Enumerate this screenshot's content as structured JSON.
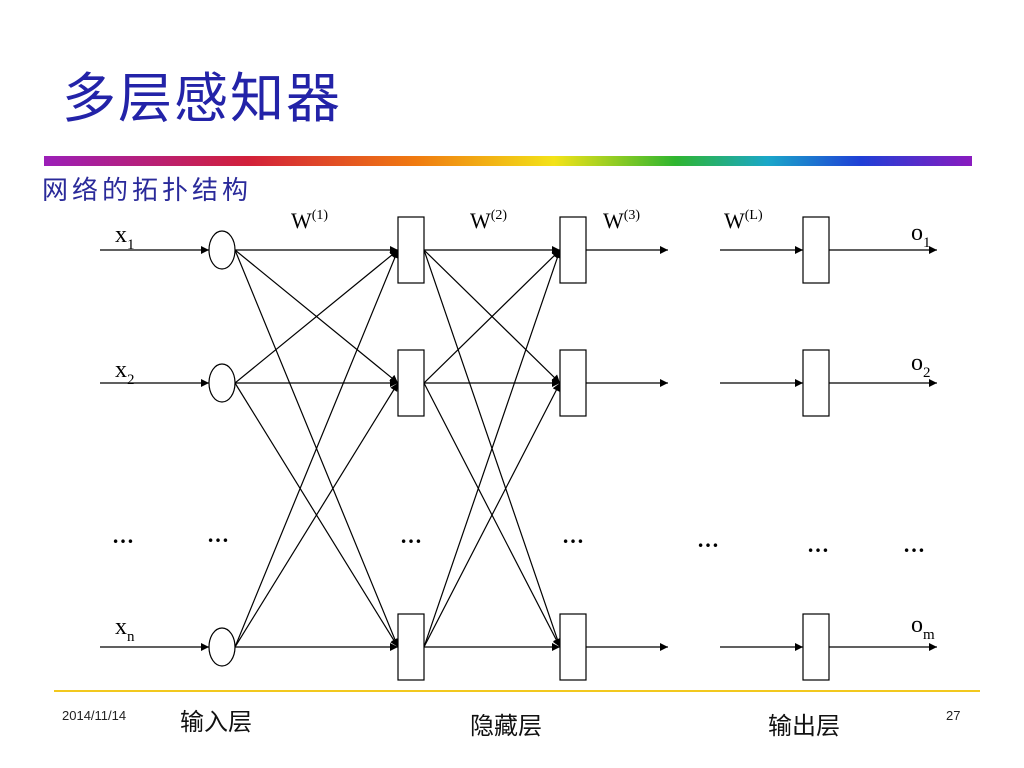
{
  "slide": {
    "title": "多层感知器",
    "subtitle": "网络的拓扑结构",
    "date": "2014/11/14",
    "page_number": "27"
  },
  "diagram": {
    "inputs": [
      {
        "base": "x",
        "sub": "1"
      },
      {
        "base": "x",
        "sub": "2"
      },
      {
        "base": "x",
        "sub": "n"
      }
    ],
    "outputs": [
      {
        "base": "o",
        "sub": "1"
      },
      {
        "base": "o",
        "sub": "2"
      },
      {
        "base": "o",
        "sub": "m"
      }
    ],
    "weights": [
      {
        "base": "W",
        "sup": "(1)"
      },
      {
        "base": "W",
        "sup": "(2)"
      },
      {
        "base": "W",
        "sup": "(3)"
      },
      {
        "base": "W",
        "sup": "(L)"
      }
    ],
    "ellipsis": "…",
    "layer_labels": {
      "input": "输入层",
      "hidden": "隐藏层",
      "output": "输出层"
    }
  }
}
